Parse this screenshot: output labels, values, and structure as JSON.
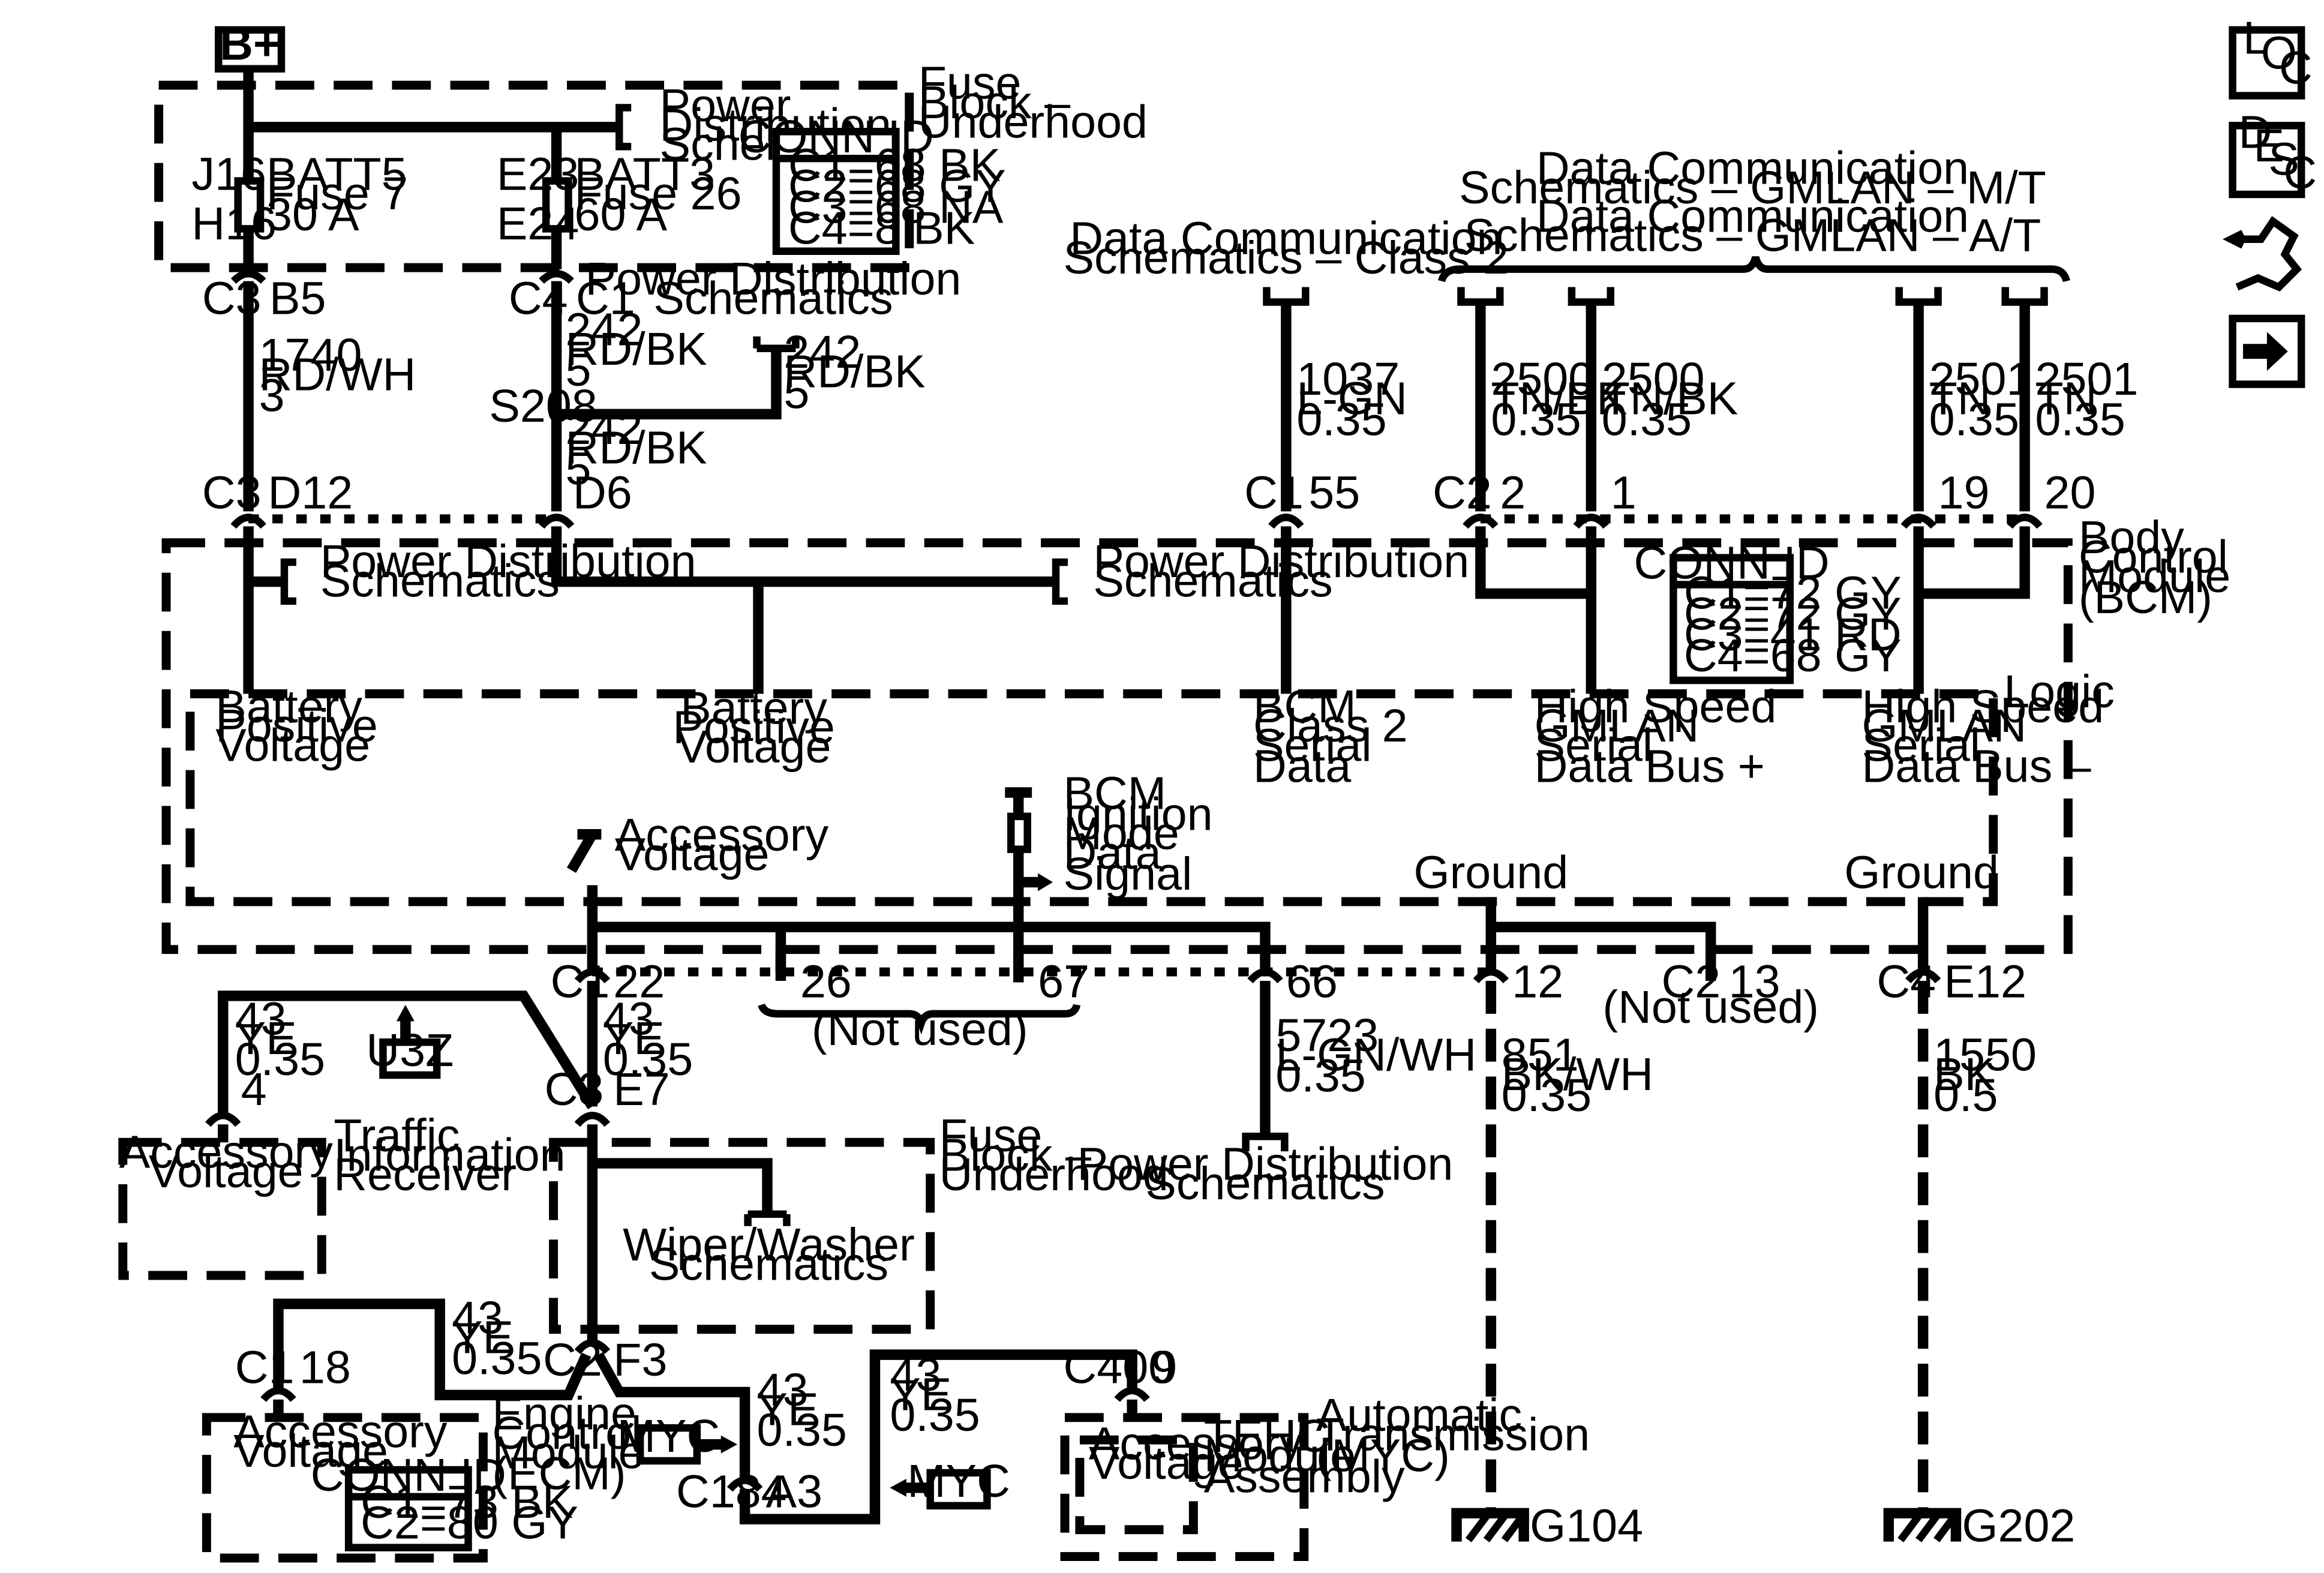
{
  "power_source": "B+",
  "fuse_block_top": {
    "label": [
      "Fuse",
      "Block –",
      "Underhood"
    ]
  },
  "fuses": [
    {
      "top": "J16",
      "bottom": "H16",
      "label": [
        "BATT5",
        "Fuse 7",
        "30 A"
      ]
    },
    {
      "top": "E23",
      "bottom": "E24",
      "label": [
        "BATT3",
        "Fuse 26",
        "60 A"
      ]
    }
  ],
  "conn_fuse_block": {
    "title": "CONN ID",
    "rows": [
      "C1=68 BK",
      "C2=68 GY",
      "C3=68 NA",
      "C4=8 BK"
    ]
  },
  "conn_bcm": {
    "title": "CONN ID",
    "rows": [
      "C1=72 GY",
      "C2=72 GY",
      "C3=41 RD",
      "C4=68 GY"
    ]
  },
  "conn_ecm": {
    "title": "CONN ID",
    "rows": [
      "C1=73 BK",
      "C2=80 GY"
    ]
  },
  "refs": {
    "pds": [
      "Power",
      "Distribution",
      "Schematics"
    ],
    "pds2": [
      "Power Distribution",
      "Schematics"
    ],
    "dc_class2": [
      "Data Communication",
      "Schematics – Class 2"
    ],
    "dc_mt": [
      "Data Communication",
      "Schematics – GMLAN – M/T"
    ],
    "dc_at": [
      "Data Communication",
      "Schematics – GMLAN – A/T"
    ],
    "wiper": [
      "Wiper/Washer",
      "Schematics"
    ]
  },
  "connectors": {
    "c3": "C3",
    "b5": "B5",
    "c4": "C4",
    "c1": "C1",
    "d12": "D12",
    "d6": "D6",
    "s208": "S208",
    "c1_55": "C1",
    "p55": "55",
    "c2": "C2",
    "p2": "2",
    "p1": "1",
    "p19": "19",
    "p20": "20",
    "p22": "22",
    "p26": "26",
    "p67": "67",
    "p66": "66",
    "p12": "12",
    "c2_13": "C2",
    "p13": "13",
    "c4_e12": "C4",
    "e12": "E12",
    "c3_e7": "C3",
    "e7": "E7",
    "p4": "4",
    "c1_18": "C1",
    "p18": "18",
    "c2_f3": "C2",
    "f3": "F3",
    "c400": "C400",
    "p9": "9",
    "c184": "C184",
    "a3": "A3"
  },
  "wires": {
    "w1740": [
      "1740",
      "RD/WH",
      "3"
    ],
    "w242a": [
      "242",
      "RD/BK",
      "5"
    ],
    "w242b": [
      "242",
      "RD/BK",
      "5"
    ],
    "w242c": [
      "242",
      "RD/BK",
      "5"
    ],
    "w1037": [
      "1037",
      "L-GN",
      "0.35"
    ],
    "w2500a": [
      "2500",
      "TN/BK",
      "0.35"
    ],
    "w2500b": [
      "2500",
      "TN/BK",
      "0.35"
    ],
    "w2501a": [
      "2501",
      "TN",
      "0.35"
    ],
    "w2501b": [
      "2501",
      "TN",
      "0.35"
    ],
    "w43a": [
      "43",
      "YE",
      "0.35"
    ],
    "w43b": [
      "43",
      "YE",
      "0.35"
    ],
    "w43c": [
      "43",
      "YE",
      "0.35"
    ],
    "w43d": [
      "43",
      "YE",
      "0.35"
    ],
    "w43e": [
      "43",
      "YE",
      "0.35"
    ],
    "w5723": [
      "5723",
      "L-GN/WH",
      "0.35"
    ],
    "w851": [
      "851",
      "BK/WH",
      "0.35"
    ],
    "w1550": [
      "1550",
      "BK",
      "0.5"
    ]
  },
  "bcm": {
    "label": [
      "Body",
      "Control",
      "Module",
      "(BCM)"
    ],
    "logic": "Logic",
    "bpv1": [
      "Battery",
      "Positive",
      "Voltage"
    ],
    "bpv2": [
      "Battery",
      "Positive",
      "Voltage"
    ],
    "class2": [
      "BCM",
      "Class 2",
      "Serial",
      "Data"
    ],
    "gmlan_p": [
      "High Speed",
      "GMLAN",
      "Serial",
      "Data Bus +"
    ],
    "gmlan_n": [
      "High Speed",
      "GMLAN",
      "Serial",
      "Data Bus –"
    ],
    "ign": [
      "BCM",
      "Ignition",
      "Mode",
      "Data",
      "Signal"
    ],
    "acc": [
      "Accessory",
      "Voltage"
    ],
    "ground1": "Ground",
    "ground2": "Ground",
    "not_used1": "(Not used)",
    "not_used2": "(Not used)"
  },
  "modules": {
    "tir": {
      "inner": [
        "Accessory",
        "Voltage"
      ],
      "label": [
        "Traffic",
        "Information",
        "Receiver"
      ]
    },
    "u3z": "U3Z",
    "fuse_block_bottom": [
      "Fuse",
      "Block –",
      "Underhood"
    ],
    "ecm": {
      "inner": [
        "Accessory",
        "Voltage"
      ],
      "label": [
        "Engine",
        "Control",
        "Module",
        "(ECM)"
      ]
    },
    "myc1": "MYC",
    "myc2": "MYC",
    "tehc": {
      "acc": [
        "Accessory",
        "Voltage"
      ],
      "tehc": [
        "TEHC",
        "Module",
        "Assembly"
      ],
      "label": [
        "Automatic",
        "Transmission",
        "(MYC)"
      ]
    }
  },
  "grounds": {
    "g104": "G104",
    "g202": "G202"
  },
  "side_icons": {
    "loc": [
      "L",
      "O",
      "C"
    ],
    "desc": [
      "D",
      "E",
      "S",
      "C"
    ],
    "icons": [
      "harness-icon",
      "arrow-right-icon"
    ]
  }
}
